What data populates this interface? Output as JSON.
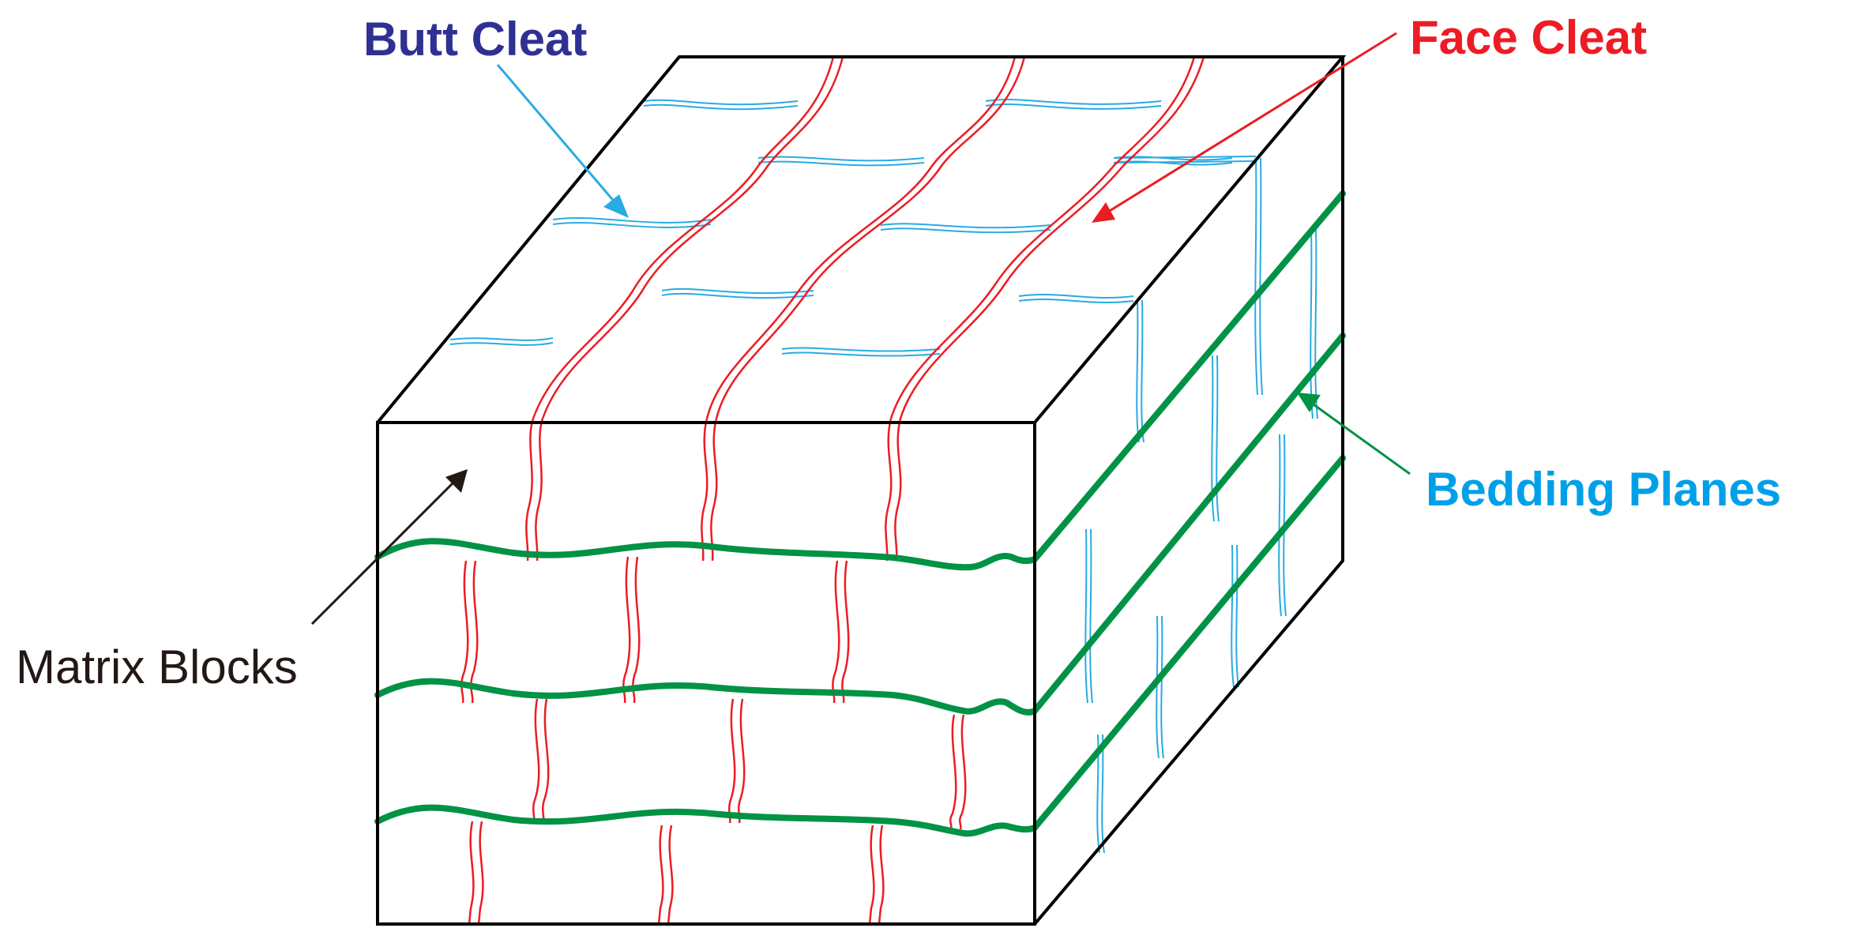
{
  "labels": {
    "butt_cleat": "Butt Cleat",
    "face_cleat": "Face Cleat",
    "bedding_planes": "Bedding Planes",
    "matrix_blocks": "Matrix Blocks"
  },
  "colors": {
    "butt_cleat_label": "#2e3192",
    "butt_cleat_lines": "#29abe2",
    "face_cleat": "#ed1c24",
    "bedding_planes_label": "#00a0e9",
    "bedding_lines": "#009245",
    "matrix_blocks_label": "#231815",
    "block_outline": "#000000"
  }
}
